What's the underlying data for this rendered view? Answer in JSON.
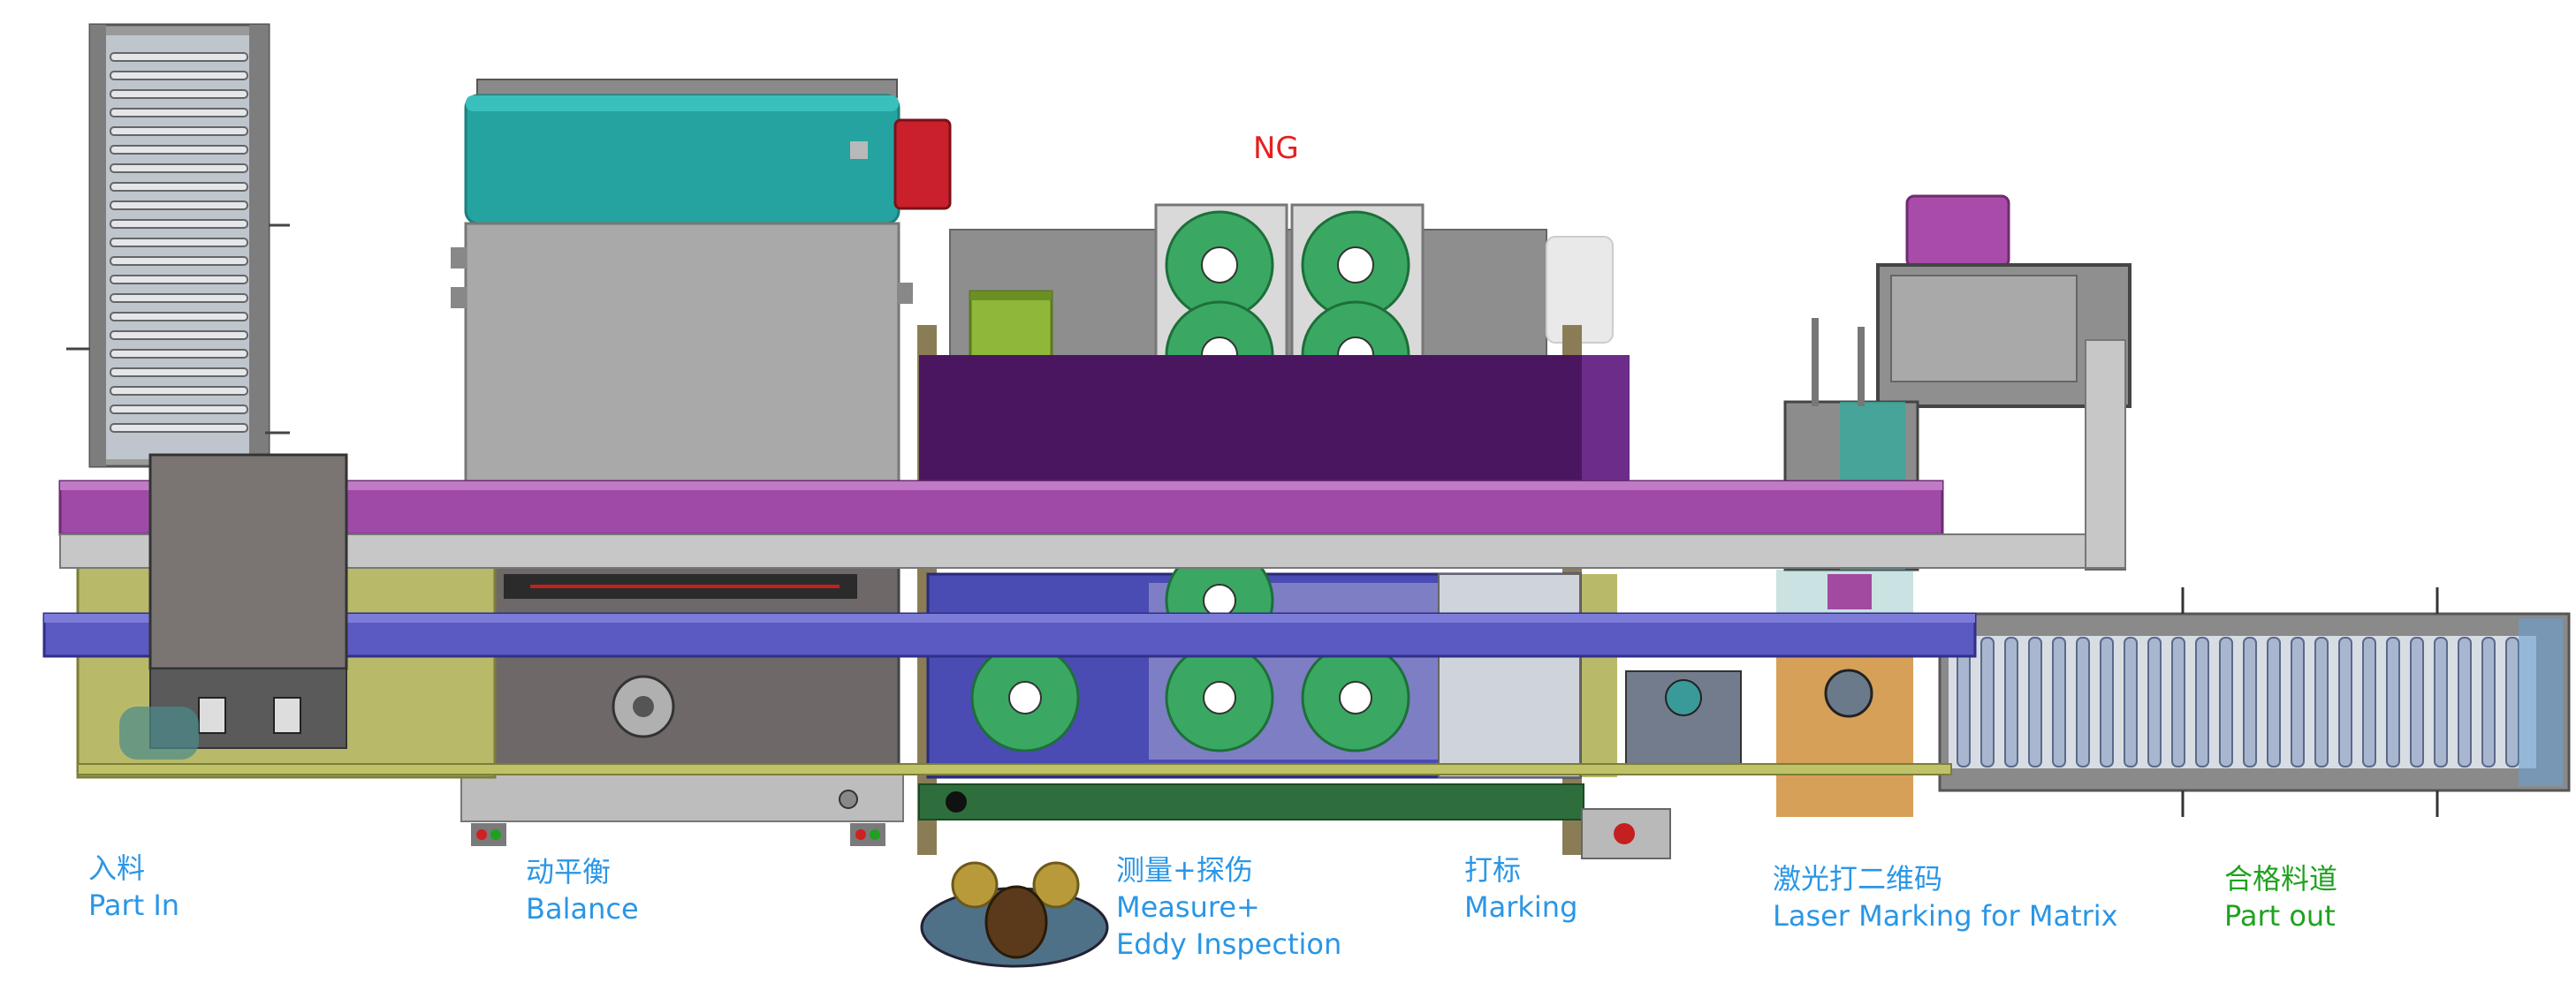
{
  "colors": {
    "label_blue": "#2a96e6",
    "label_green": "#1fa21f",
    "ng_red": "#e42020",
    "purple_dark": "#4a1660",
    "purple_belt": "#9e4aa6",
    "blue_belt": "#5a5ac2",
    "teal": "#25a3a0",
    "roller_green": "#3aa862",
    "frame_gray": "#8c8c8c",
    "olive": "#b8ba6a"
  },
  "ng_label": "NG",
  "stations": [
    {
      "zh": "入料",
      "en": "Part In"
    },
    {
      "zh": "动平衡",
      "en": "Balance"
    },
    {
      "zh": "测量+探伤",
      "en": "Measure+",
      "en2": "Eddy Inspection"
    },
    {
      "zh": "打标",
      "en": "Marking"
    },
    {
      "zh": "激光打二维码",
      "en": "Laser Marking for  Matrix"
    },
    {
      "zh": "合格料道",
      "en": "Part out"
    }
  ]
}
